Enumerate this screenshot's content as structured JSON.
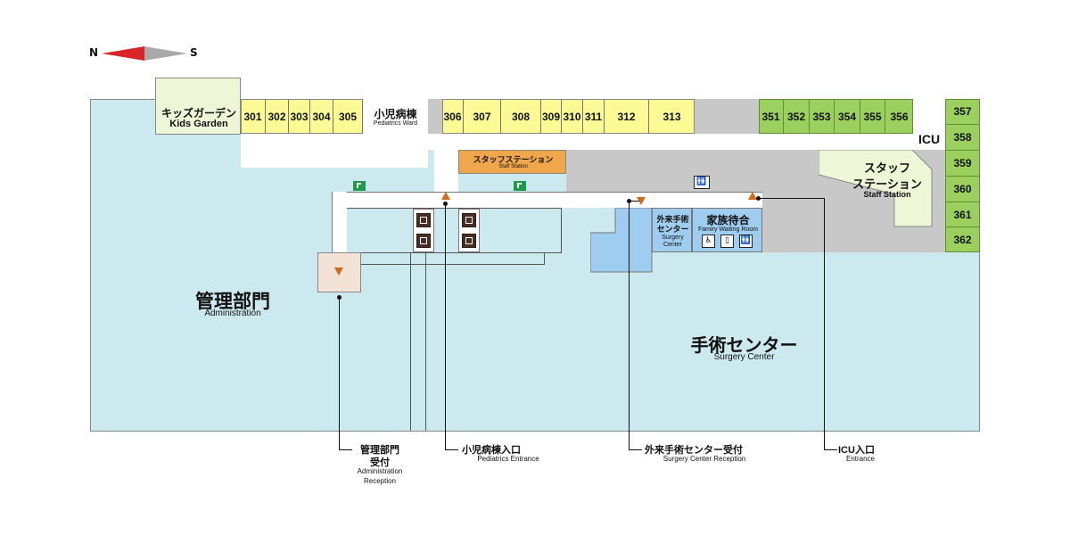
{
  "compass": {
    "north": "N",
    "south": "S"
  },
  "kids_garden": {
    "jp": "キッズガーデン",
    "en": "Kids Garden"
  },
  "rooms_yellow_left": [
    "301",
    "302",
    "303",
    "304",
    "305"
  ],
  "pediatrics_ward": {
    "jp": "小児病棟",
    "en": "Pediatrics Ward"
  },
  "rooms_yellow_right": [
    "306",
    "307",
    "308",
    "309",
    "310",
    "311",
    "312",
    "313"
  ],
  "rooms_green_top": [
    "351",
    "352",
    "353",
    "354",
    "355",
    "356"
  ],
  "rooms_green_right": [
    "357",
    "358",
    "359",
    "360",
    "361",
    "362"
  ],
  "icu": "ICU",
  "staff_station_top": {
    "jp": "スタッフステーション",
    "en": "Staff Station"
  },
  "staff_station_right": {
    "jp1": "スタッフ",
    "jp2": "ステーション",
    "en": "Staff Station"
  },
  "surgery_outpatient": {
    "jp1": "外来手術",
    "jp2": "センター",
    "en1": "Surgery",
    "en2": "Center"
  },
  "family_waiting": {
    "jp": "家族待合",
    "en": "Famiry Waiting Room"
  },
  "administration": {
    "jp": "管理部門",
    "en": "Administration"
  },
  "surgery_center": {
    "jp": "手術センター",
    "en": "Surgery Center"
  },
  "callouts": {
    "admin_reception": {
      "jp1": "管理部門",
      "jp2": "受付",
      "en1": "Administration",
      "en2": "Reception"
    },
    "pediatrics_entrance": {
      "jp": "小児病棟入口",
      "en": "Pediatrics Entrance"
    },
    "surgery_reception": {
      "jp": "外来手術センター受付",
      "en": "Surgery Center Reception"
    },
    "icu_entrance": {
      "jp": "ICU入口",
      "en": "Entrance"
    }
  },
  "colors": {
    "main_blue": "#cde9f0",
    "room_yellow": "#fbfa94",
    "room_green": "#9bd05e",
    "staff_orange": "#f0a64b",
    "arrow_orange": "#d46a1a",
    "north_red": "#d9252a"
  },
  "icons": [
    "north-arrow-icon",
    "exit-sign-icon",
    "elevator-icon",
    "restroom-icon",
    "entrance-arrow-icon"
  ]
}
